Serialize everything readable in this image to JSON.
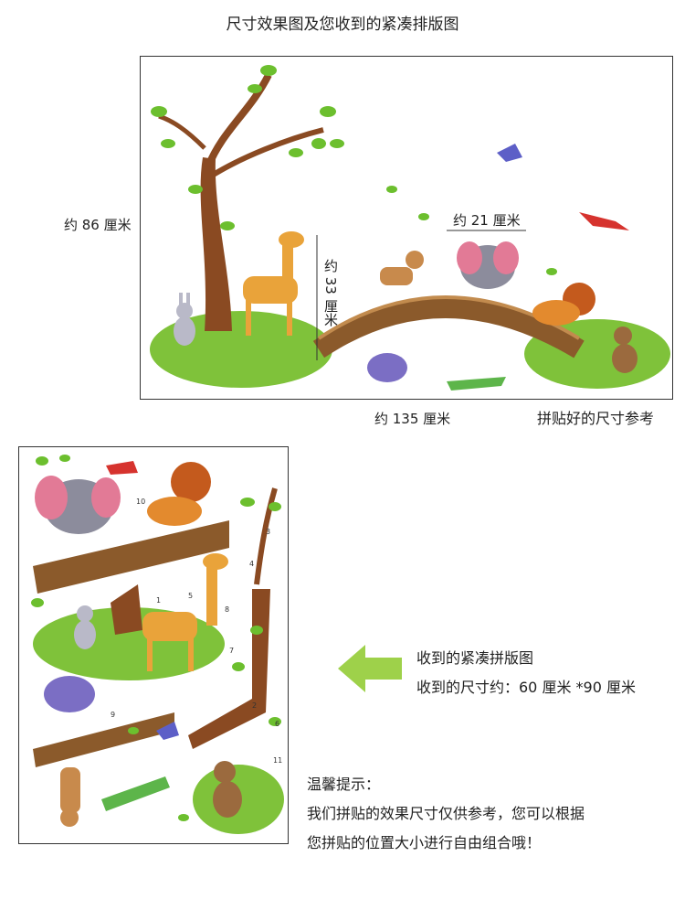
{
  "header": {
    "title": "尺寸效果图及您收到的紧凑排版图"
  },
  "dimensions": {
    "height_label": "约 86 厘米",
    "width_label": "约 135 厘米",
    "giraffe_label": "约 33 厘米",
    "elephant_label": "约 21 厘米",
    "assembled_caption": "拼贴好的尺寸参考"
  },
  "received": {
    "line1": "收到的紧凑拼版图",
    "line2": "收到的尺寸约：60 厘米 *90 厘米"
  },
  "tips": {
    "heading": "温馨提示：",
    "line1": "我们拼贴的效果尺寸仅供参考，您可以根据",
    "line2": "您拼贴的位置大小进行自由组合哦！"
  },
  "sheet_numbers": [
    "1",
    "2",
    "3",
    "4",
    "5",
    "6",
    "7",
    "8",
    "9",
    "10",
    "11"
  ],
  "colors": {
    "leaf": "#6cbf2e",
    "trunk": "#8a4a22",
    "grass": "#7fc23a",
    "arrow": "#9ed14a",
    "bridge": "#8b5a2b"
  }
}
